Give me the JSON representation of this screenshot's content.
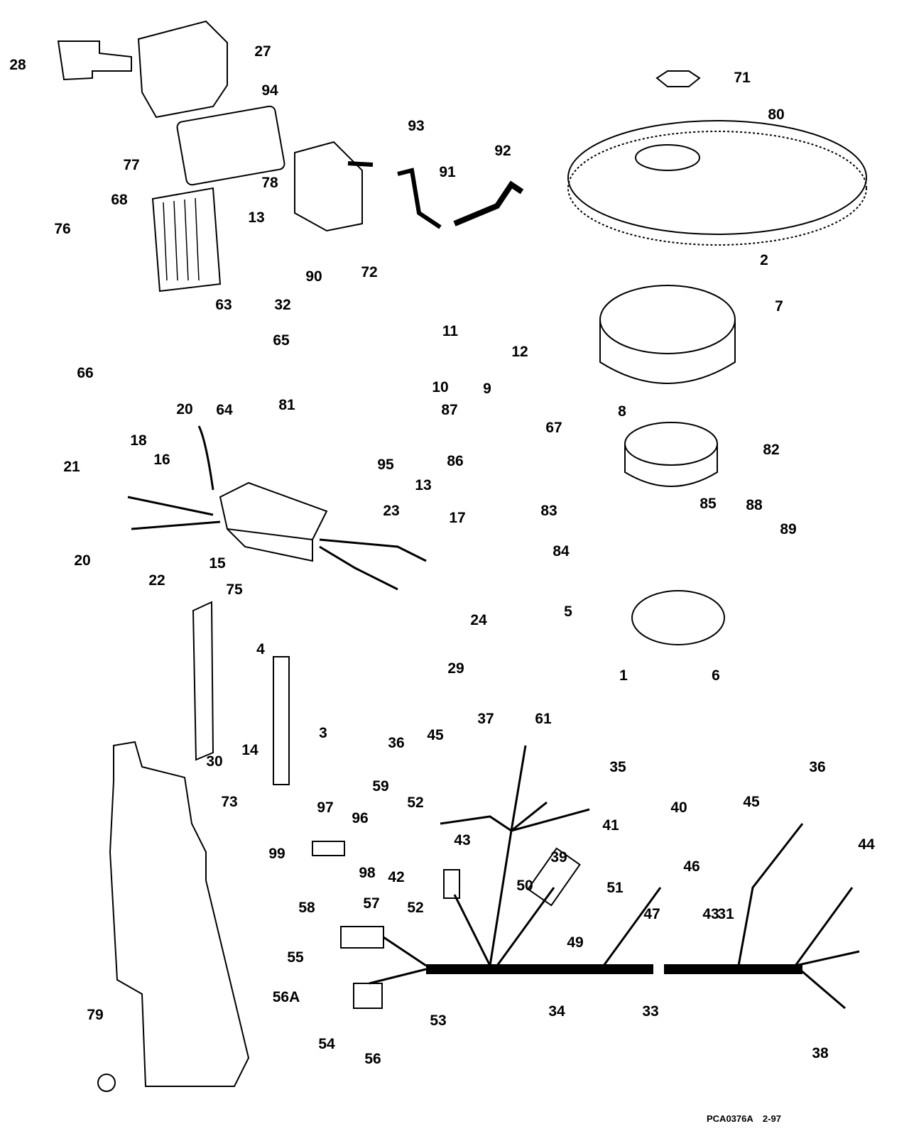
{
  "diagram": {
    "type": "exploded parts diagram",
    "callouts": [
      "28",
      "27",
      "94",
      "77",
      "78",
      "68",
      "76",
      "13",
      "63",
      "32",
      "90",
      "72",
      "93",
      "91",
      "92",
      "71",
      "80",
      "2",
      "7",
      "11",
      "12",
      "10",
      "9",
      "8",
      "87",
      "67",
      "82",
      "95",
      "86",
      "65",
      "66",
      "64",
      "20",
      "81",
      "18",
      "16",
      "21",
      "13",
      "23",
      "17",
      "20",
      "15",
      "22",
      "24",
      "83",
      "85",
      "88",
      "89",
      "84",
      "5",
      "1",
      "6",
      "75",
      "4",
      "29",
      "3",
      "30",
      "14",
      "73",
      "37",
      "61",
      "36",
      "45",
      "35",
      "36",
      "45",
      "40",
      "41",
      "59",
      "52",
      "97",
      "96",
      "99",
      "98",
      "43",
      "42",
      "39",
      "50",
      "51",
      "49",
      "46",
      "44",
      "47",
      "43",
      "31",
      "58",
      "57",
      "52",
      "55",
      "56A",
      "34",
      "33",
      "53",
      "54",
      "56",
      "79",
      "38"
    ],
    "footer": {
      "code": "PCA0376A",
      "date": "2-97"
    }
  }
}
